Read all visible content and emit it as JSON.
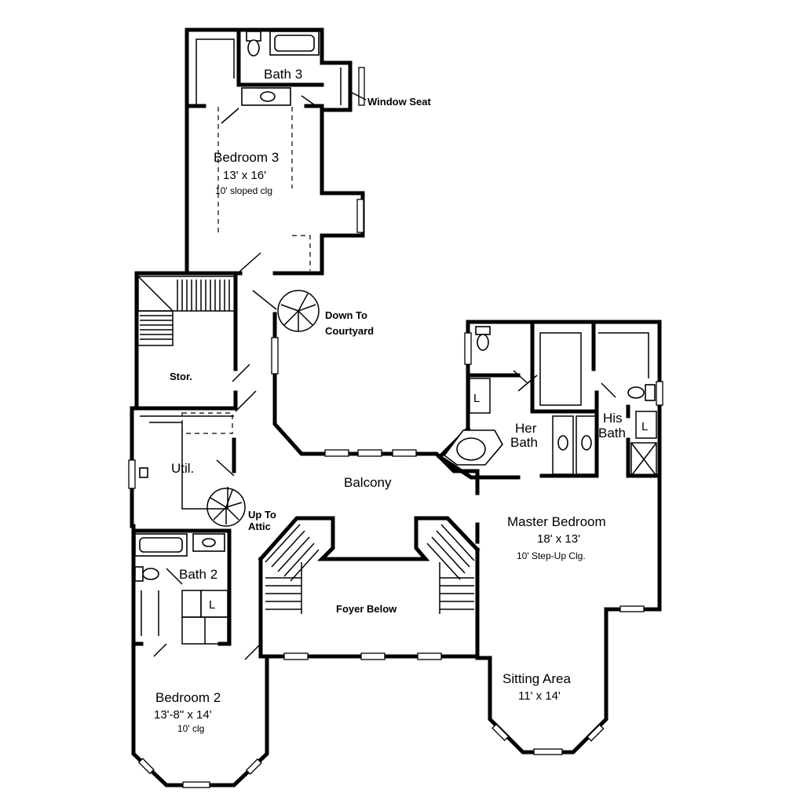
{
  "rooms": {
    "bath3": "Bath 3",
    "window_seat": "Window Seat",
    "bedroom3": {
      "name": "Bedroom 3",
      "size": "13' x 16'",
      "ceiling": "10' sloped clg"
    },
    "down_to_courtyard": [
      "Down To",
      "Courtyard"
    ],
    "stor": "Stor.",
    "util": "Util.",
    "up_to_attic": [
      "Up To",
      "Attic"
    ],
    "bath2": "Bath 2",
    "bedroom2": {
      "name": "Bedroom 2",
      "size": "13'-8\" x 14'",
      "ceiling": "10' clg"
    },
    "balcony": "Balcony",
    "foyer_below": "Foyer Below",
    "her_bath": [
      "Her",
      "Bath"
    ],
    "his_bath": [
      "His",
      "Bath"
    ],
    "master_bedroom": {
      "name": "Master Bedroom",
      "size": "18' x 13'",
      "ceiling": "10' Step-Up Clg."
    },
    "sitting_area": {
      "name": "Sitting Area",
      "size": "11' x 14'"
    },
    "linen_mark": "L"
  }
}
